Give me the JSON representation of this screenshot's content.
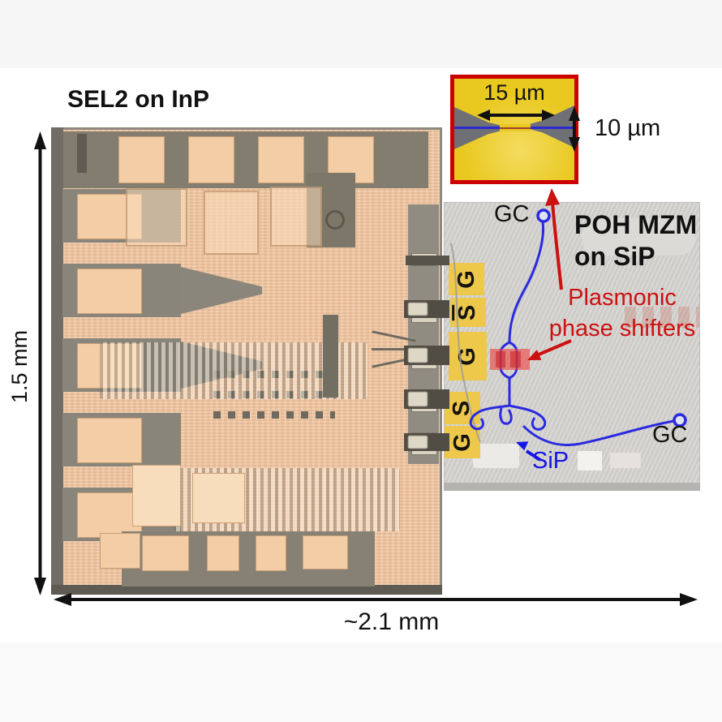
{
  "figure": {
    "left_chip": {
      "title": "SEL2 on InP"
    },
    "dimensions": {
      "height_label": "1.5 mm",
      "width_label": "~2.1 mm"
    },
    "inset": {
      "width_label": "15 µm",
      "height_label": "10 µm"
    },
    "right_chip": {
      "title_line1": "POH MZM",
      "title_line2": "on SiP",
      "gc_top": "GC",
      "gc_bottom": "GC",
      "annotation_line1": "Plasmonic",
      "annotation_line2": "phase shifters",
      "substrate_label": "SiP",
      "pads": [
        {
          "label": "G",
          "overline": false
        },
        {
          "label": "S",
          "overline": true
        },
        {
          "label": "G",
          "overline": false
        },
        {
          "label": "S",
          "overline": false
        },
        {
          "label": "G",
          "overline": false
        }
      ]
    },
    "colors": {
      "annotation_red": "#cc1111",
      "inset_border_red": "#cc0000",
      "inset_gold": "#e9c81f",
      "waveguide_blue": "#2a2ae0",
      "pad_yellow": "#edc84b",
      "inp_chip_peach": "#f0c49e",
      "sip_chip_gray": "#d3d1cd"
    }
  }
}
